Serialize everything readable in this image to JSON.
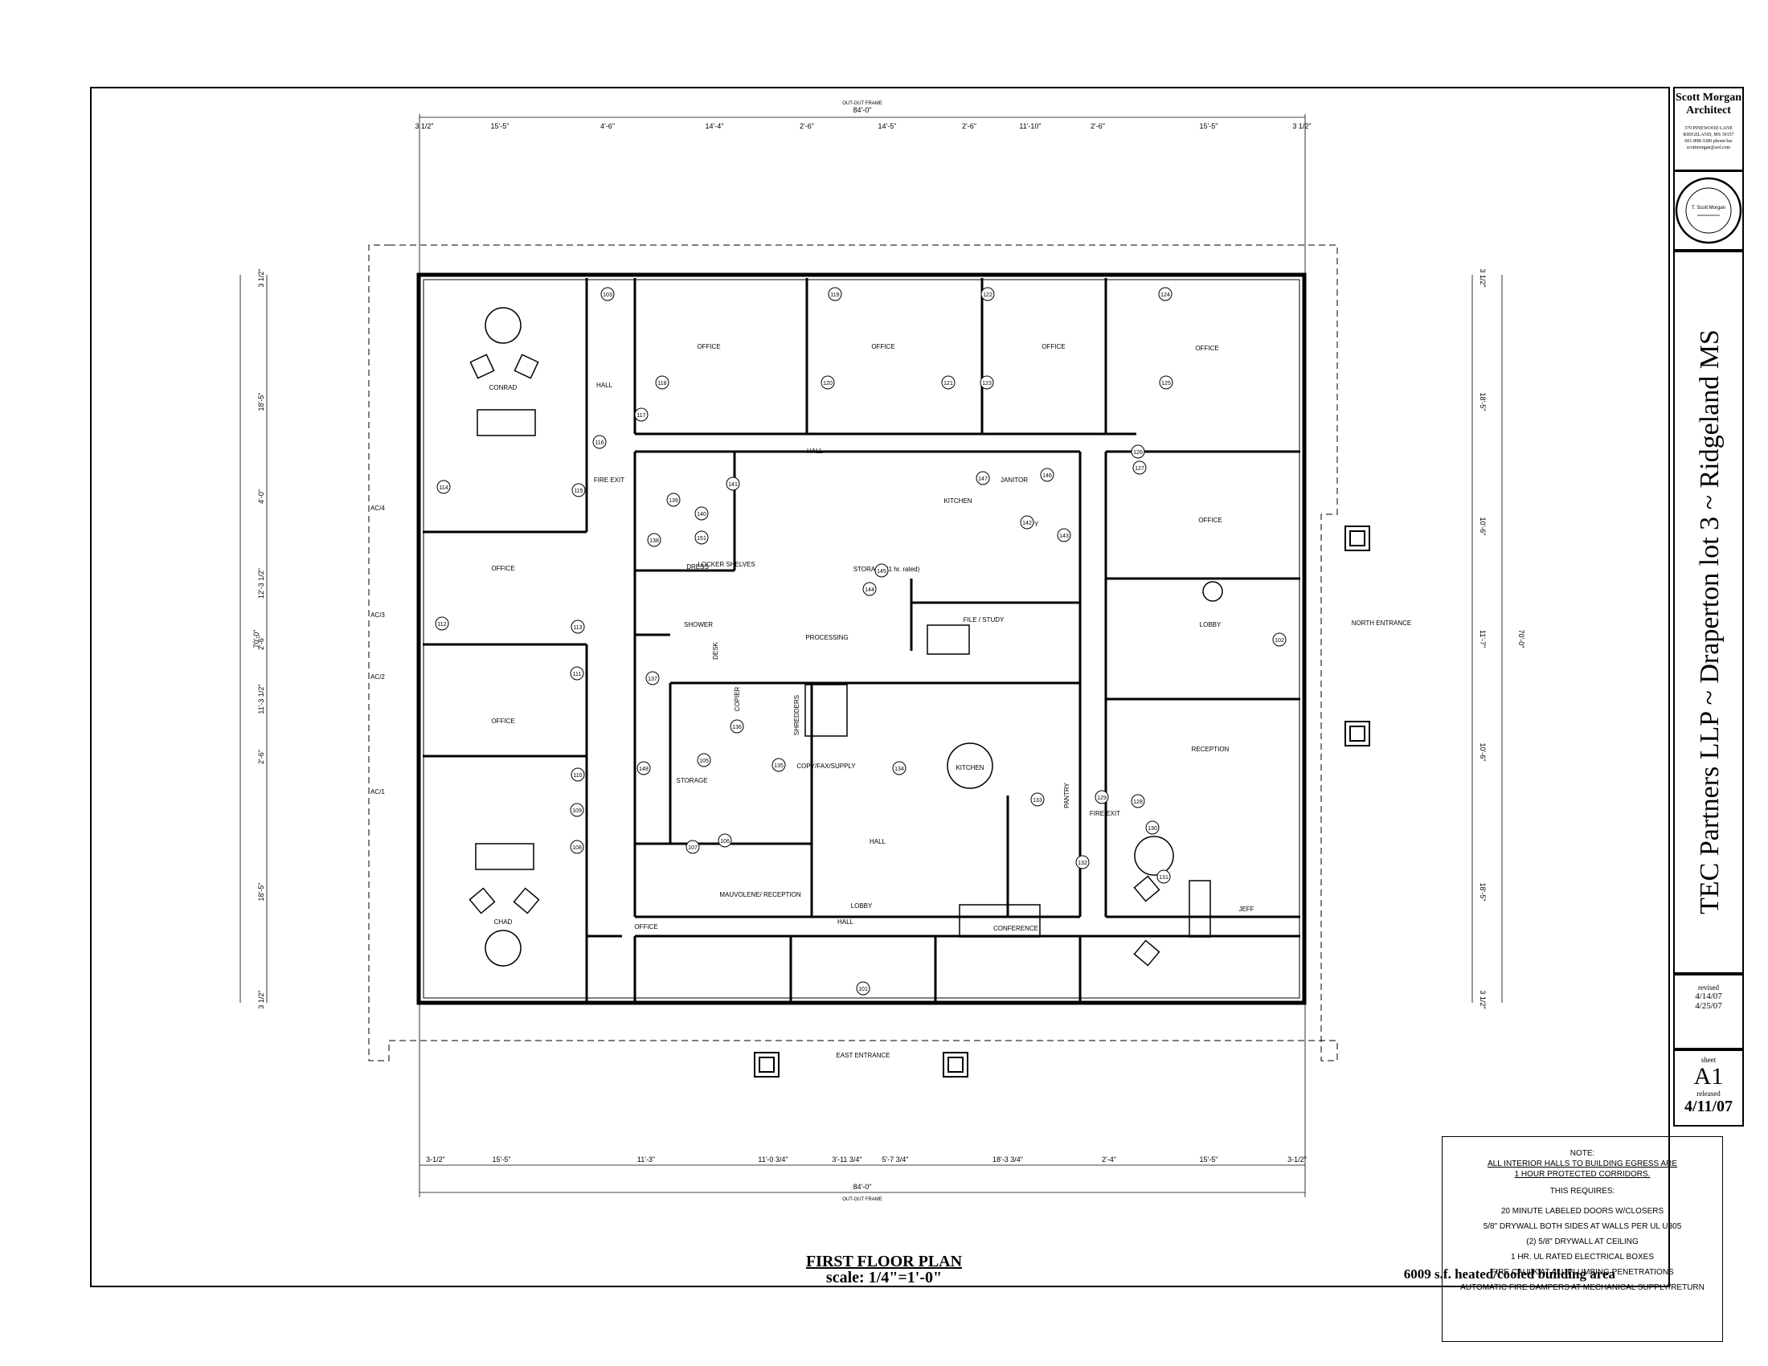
{
  "title_block": {
    "architect_name": "Scott Morgan Architect",
    "address_lines": [
      "379 PINEWOOD LANE",
      "RIDGELAND, MS 39157",
      "601-898-3280 phone/fax",
      "scottmorgan@aol.com"
    ],
    "seal_name": "T. Scott Morgan",
    "project_title": "TEC Partners LLP ~ Draperton lot 3 ~ Ridgeland MS",
    "revised_label": "revised",
    "revised_dates": [
      "4/14/07",
      "4/25/07"
    ],
    "sheet_label": "sheet",
    "sheet_number": "A1",
    "released_label": "released",
    "released_date": "4/11/07"
  },
  "plan": {
    "title": "FIRST FLOOR PLAN",
    "scale": "scale: 1/4\"=1'-0\"",
    "area": "6009 s.f. heated/cooled building area",
    "frame_label": "OUT-OUT FRAME",
    "overall_width": "84'-0\"",
    "overall_depth": "70'-0\""
  },
  "note": {
    "heading": "NOTE:",
    "lines_underlined": [
      "ALL INTERIOR HALLS TO BUILDING EGRESS ARE",
      "1 HOUR PROTECTED CORRIDORS."
    ],
    "requires": "THIS REQUIRES:",
    "items": [
      "20 MINUTE LABELED DOORS W/CLOSERS",
      "5/8\" DRYWALL BOTH SIDES AT WALLS PER UL U305",
      "(2) 5/8\" DRYWALL AT CEILING",
      "1 HR. UL RATED ELECTRICAL BOXES",
      "FIRE CAULK AT ALL PLUMBING PENETRATIONS",
      "AUTOMATIC FIRE DAMPERS AT MECHANICAL SUPPLY/RETURN"
    ]
  },
  "rooms": [
    {
      "label": "CONRAD"
    },
    {
      "label": "OFFICE"
    },
    {
      "label": "OFFICE"
    },
    {
      "label": "CHAD"
    },
    {
      "label": "OFFICE"
    },
    {
      "label": "OFFICE"
    },
    {
      "label": "OFFICE"
    },
    {
      "label": "OFFICE"
    },
    {
      "label": "HALL"
    },
    {
      "label": "HALL"
    },
    {
      "label": "HALL"
    },
    {
      "label": "HALL"
    },
    {
      "label": "KITCHEN"
    },
    {
      "label": "JANITOR"
    },
    {
      "label": "COPY"
    },
    {
      "label": "STORAGE (1 hr. rated)"
    },
    {
      "label": "FILE / STUDY"
    },
    {
      "label": "PROCESSING"
    },
    {
      "label": "COPY/FAX/SUPPLY"
    },
    {
      "label": "STORAGE"
    },
    {
      "label": "KITCHEN"
    },
    {
      "label": "OFFICE"
    },
    {
      "label": "LOBBY"
    },
    {
      "label": "RECEPTION"
    },
    {
      "label": "NORTH ENTRANCE"
    },
    {
      "label": "OFFICE"
    },
    {
      "label": "MAUVOLENE/ RECEPTION"
    },
    {
      "label": "LOBBY"
    },
    {
      "label": "CONFERENCE"
    },
    {
      "label": "JEFF"
    },
    {
      "label": "EAST ENTRANCE"
    },
    {
      "label": "FIRE EXIT"
    },
    {
      "label": "FIRE EXIT"
    },
    {
      "label": "SHREDDERS"
    },
    {
      "label": "COPIER"
    },
    {
      "label": "DESK"
    },
    {
      "label": "PANTRY"
    },
    {
      "label": "SHOWER"
    },
    {
      "label": "DRESS"
    },
    {
      "label": "LOCKER SHELVES"
    },
    {
      "label": "AC/4"
    },
    {
      "label": "AC/3"
    },
    {
      "label": "AC/2"
    },
    {
      "label": "AC/1"
    }
  ],
  "top_dims": [
    "3 1/2\"",
    "15'-5\"",
    "4'-6\"",
    "14'-4\"",
    "2'-6\"",
    "14'-5\"",
    "2'-6\"",
    "11'-10\"",
    "2'-6\"",
    "15'-5\"",
    "3 1/2\""
  ],
  "bottom_dims": [
    "3-1/2\"",
    "15'-5\"",
    "11'-3\"",
    "11'-0 3/4\"",
    "3'-11 3/4\"",
    "5'-7 3/4\"",
    "18'-3 3/4\"",
    "2'-4\"",
    "15'-5\"",
    "3-1/2\""
  ],
  "left_dims": [
    "3 1/2\"",
    "18'-5\"",
    "4'-0\"",
    "12'-3 1/2\"",
    "2'-6\"",
    "11'-3 1/2\"",
    "2'-6\"",
    "18'-5\"",
    "3 1/2\""
  ],
  "right_dims": [
    "3 1/2\"",
    "18'-5\"",
    "10'-6\"",
    "11'-7\"",
    "10'-6\"",
    "18'-5\"",
    "3 1/2\""
  ],
  "door_tags": [
    "101",
    "102",
    "103",
    "105",
    "106",
    "107",
    "108",
    "109",
    "110",
    "111",
    "112",
    "113",
    "114",
    "115",
    "116",
    "117",
    "118",
    "119",
    "120",
    "121",
    "122",
    "123",
    "124",
    "125",
    "126",
    "127",
    "128",
    "129",
    "130",
    "131",
    "132",
    "133",
    "134",
    "135",
    "136",
    "137",
    "138",
    "139",
    "140",
    "141",
    "142",
    "143",
    "144",
    "145",
    "146",
    "147",
    "148",
    "151"
  ],
  "colors": {
    "line": "#000000",
    "background": "#ffffff"
  }
}
